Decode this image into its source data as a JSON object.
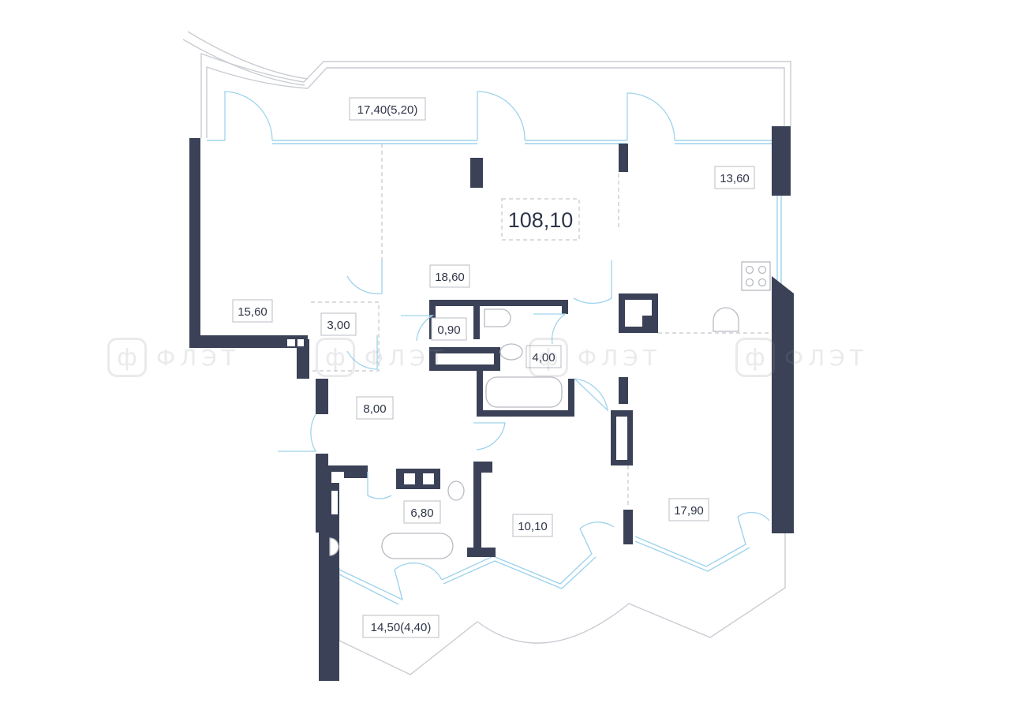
{
  "plan": {
    "total_area": "108,10",
    "rooms": [
      {
        "id": "loggia-top",
        "label": "17,40(5,20)"
      },
      {
        "id": "kitchen",
        "label": "13,60"
      },
      {
        "id": "living",
        "label": "18,60"
      },
      {
        "id": "bedroom-left",
        "label": "15,60"
      },
      {
        "id": "closet",
        "label": "3,00"
      },
      {
        "id": "wc",
        "label": "0,90"
      },
      {
        "id": "bathroom-center",
        "label": "4,00"
      },
      {
        "id": "hall",
        "label": "8,00"
      },
      {
        "id": "bathroom-lower",
        "label": "6,80"
      },
      {
        "id": "bedroom-middle",
        "label": "10,10"
      },
      {
        "id": "bedroom-right",
        "label": "17,90"
      },
      {
        "id": "loggia-bottom",
        "label": "14,50(4,40)"
      }
    ]
  },
  "watermark": {
    "glyph": "ф",
    "text": "ФЛЭТ"
  },
  "colors": {
    "wall": "#3b4257",
    "glass": "#9fd3ec",
    "outline": "#c9ccd2",
    "text": "#2f3548"
  }
}
